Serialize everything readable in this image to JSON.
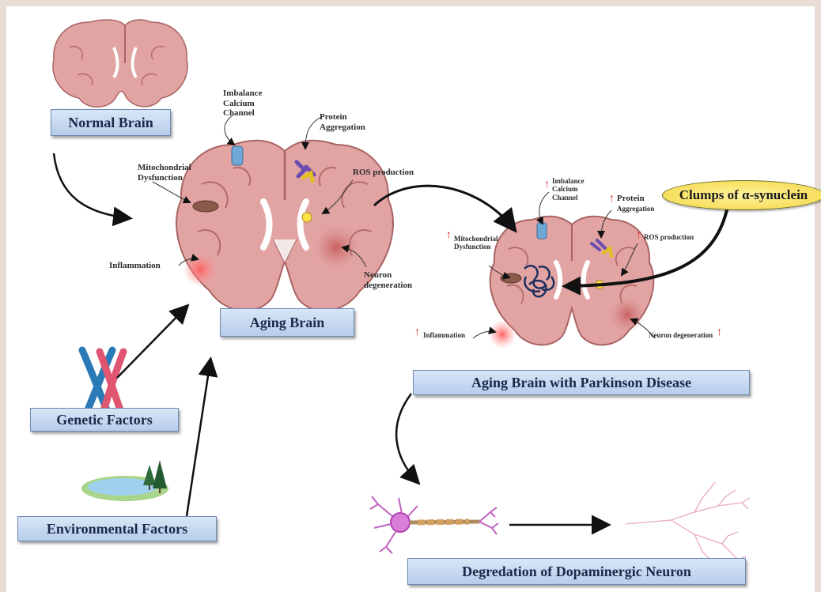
{
  "boxes": {
    "normal_brain": "Normal Brain",
    "aging_brain": "Aging Brain",
    "genetic_factors": "Genetic Factors",
    "environmental_factors": "Environmental Factors",
    "aging_brain_pd": "Aging Brain with Parkinson Disease",
    "degradation": "Degredation of Dopaminergic Neuron"
  },
  "aging_labels": {
    "imbalance": "Imbalance\nCalcium\nChannel",
    "protein": "Protein\nAggregation",
    "mito": "Mitochondrial\nDysfunction",
    "ros": "ROS production",
    "inflammation": "Inflammation",
    "neuron": "Neuron\ndegeneration"
  },
  "pd_labels": {
    "imbalance": "Imbalance\nCalcium\nChannel",
    "protein": "Protein",
    "aggregation": "Aggregation",
    "mito": "Mitochondrial\nDysfunction",
    "ros": "ROS production",
    "inflammation": "Inflammation",
    "neuron": "Neuron degeneration"
  },
  "callout": "Clumps of α-synuclein",
  "colors": {
    "brain_fill": "#e2a3a3",
    "brain_stroke": "#a86464",
    "box_fill": "#c6d7ee",
    "increase_arrow": "#d62020",
    "callout_fill": "#f6dc55"
  }
}
